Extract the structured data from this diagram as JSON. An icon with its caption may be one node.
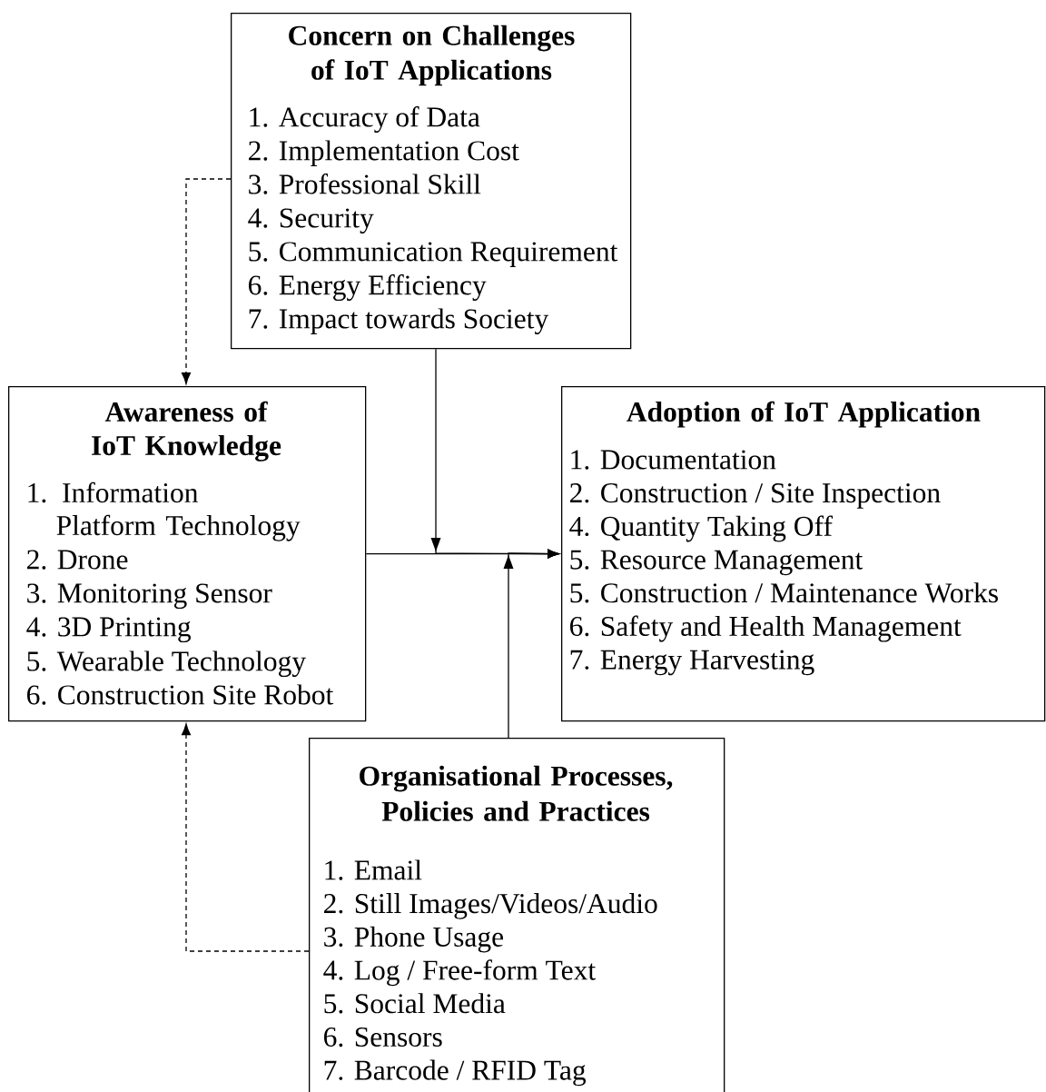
{
  "diagram": {
    "nodes": [
      {
        "text": [
          "Concern on Challenges of IoT Applications",
          "1. Accuracy of Data",
          "2. Implementation Cost",
          "3. Professional Skill",
          "4. Security",
          "5. Communication Requirement",
          "6. Energy Efficiency",
          "7. Impact towards Society"
        ]
      },
      {
        "text": [
          "Awareness of IoT Knowledge",
          "1. Information Platform Technology",
          "2. Drone",
          "3. Monitoring Sensor",
          "4. 3D Printing",
          "5. Wearable Technology",
          "6. Construction Site Robot"
        ]
      },
      {
        "text": [
          "Adoption of IoT Application",
          "1. Documentation",
          "2. Construction / Site Inspection",
          "4. Quantity Taking Off",
          "5. Resource Management",
          "5. Construction / Maintenance Works",
          "6. Safety and Health Management",
          "7. Energy Harvesting"
        ]
      },
      {
        "text": [
          "Organisational Processes, Policies and Practices",
          "1. Email",
          "2. Still Images/Videos/Audio",
          "3. Phone Usage",
          "4. Log / Free-form Text",
          "5. Social Media",
          "6. Sensors",
          "7. Barcode / RFID Tag"
        ]
      }
    ],
    "edges": [
      {
        "from": 1,
        "to": 2,
        "arrow": "to"
      },
      {
        "from": 0,
        "to": 2,
        "arrow": "to"
      },
      {
        "from": 3,
        "to": 2,
        "arrow": "to"
      },
      {
        "from": 0,
        "to": 1,
        "arrow": "to",
        "style": "dashed"
      },
      {
        "from": 3,
        "to": 1,
        "arrow": "to",
        "style": "dashed"
      }
    ]
  }
}
